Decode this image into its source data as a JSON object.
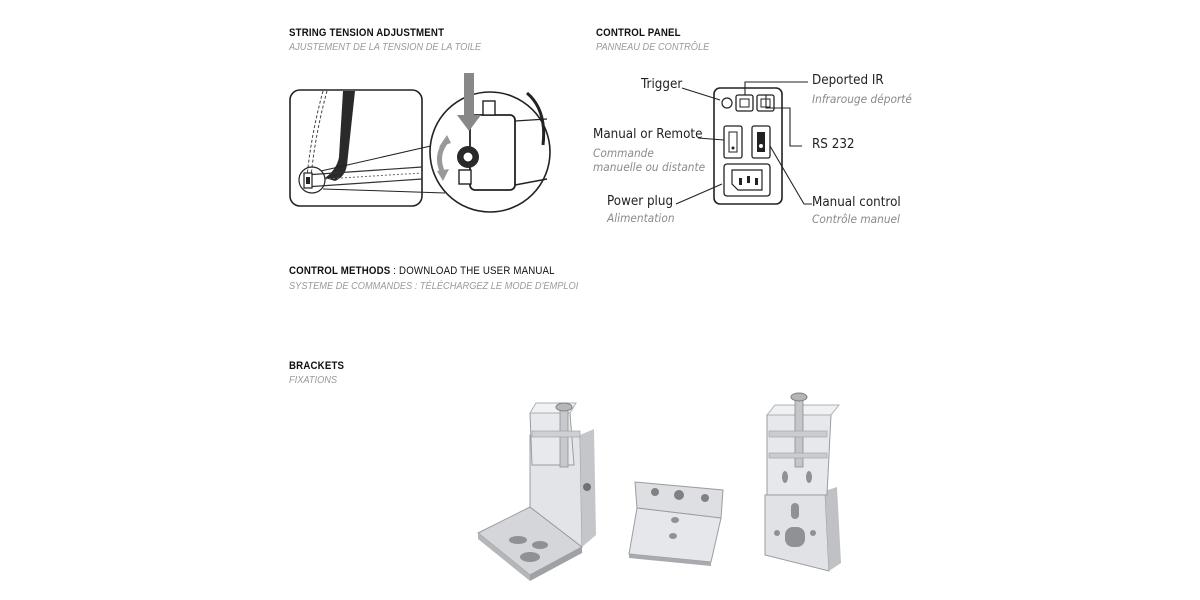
{
  "string_tension": {
    "title": "STRING TENSION ADJUSTMENT",
    "subtitle": "AJUSTEMENT DE LA TENSION DE LA TOILE"
  },
  "control_panel": {
    "title": "CONTROL PANEL",
    "subtitle": "PANNEAU DE CONTRÔLE",
    "labels": {
      "trigger": "Trigger",
      "deported_ir": "Deported IR",
      "deported_ir_fr": "Infrarouge déporté",
      "manual_or_remote": "Manual or Remote",
      "manual_or_remote_fr_1": "Commande",
      "manual_or_remote_fr_2": "manuelle ou distante",
      "rs232": "RS 232",
      "power_plug": "Power plug",
      "power_plug_fr": "Alimentation",
      "manual_control": "Manual control",
      "manual_control_fr": "Contrôle manuel"
    }
  },
  "control_methods": {
    "title_bold": "CONTROL METHODS",
    "title_rest": ": DOWNLOAD THE USER MANUAL",
    "subtitle": "SYSTEME DE COMMANDES : TÉLÉCHARGEZ LE MODE D'EMPLOI"
  },
  "brackets": {
    "title": "BRACKETS",
    "subtitle": "FIXATIONS"
  },
  "colors": {
    "metal_light": "#dcdde0",
    "metal_mid": "#b9bbbf",
    "metal_dark": "#8e9095",
    "line": "#222222",
    "subtitle_grey": "#9a9a9a"
  }
}
